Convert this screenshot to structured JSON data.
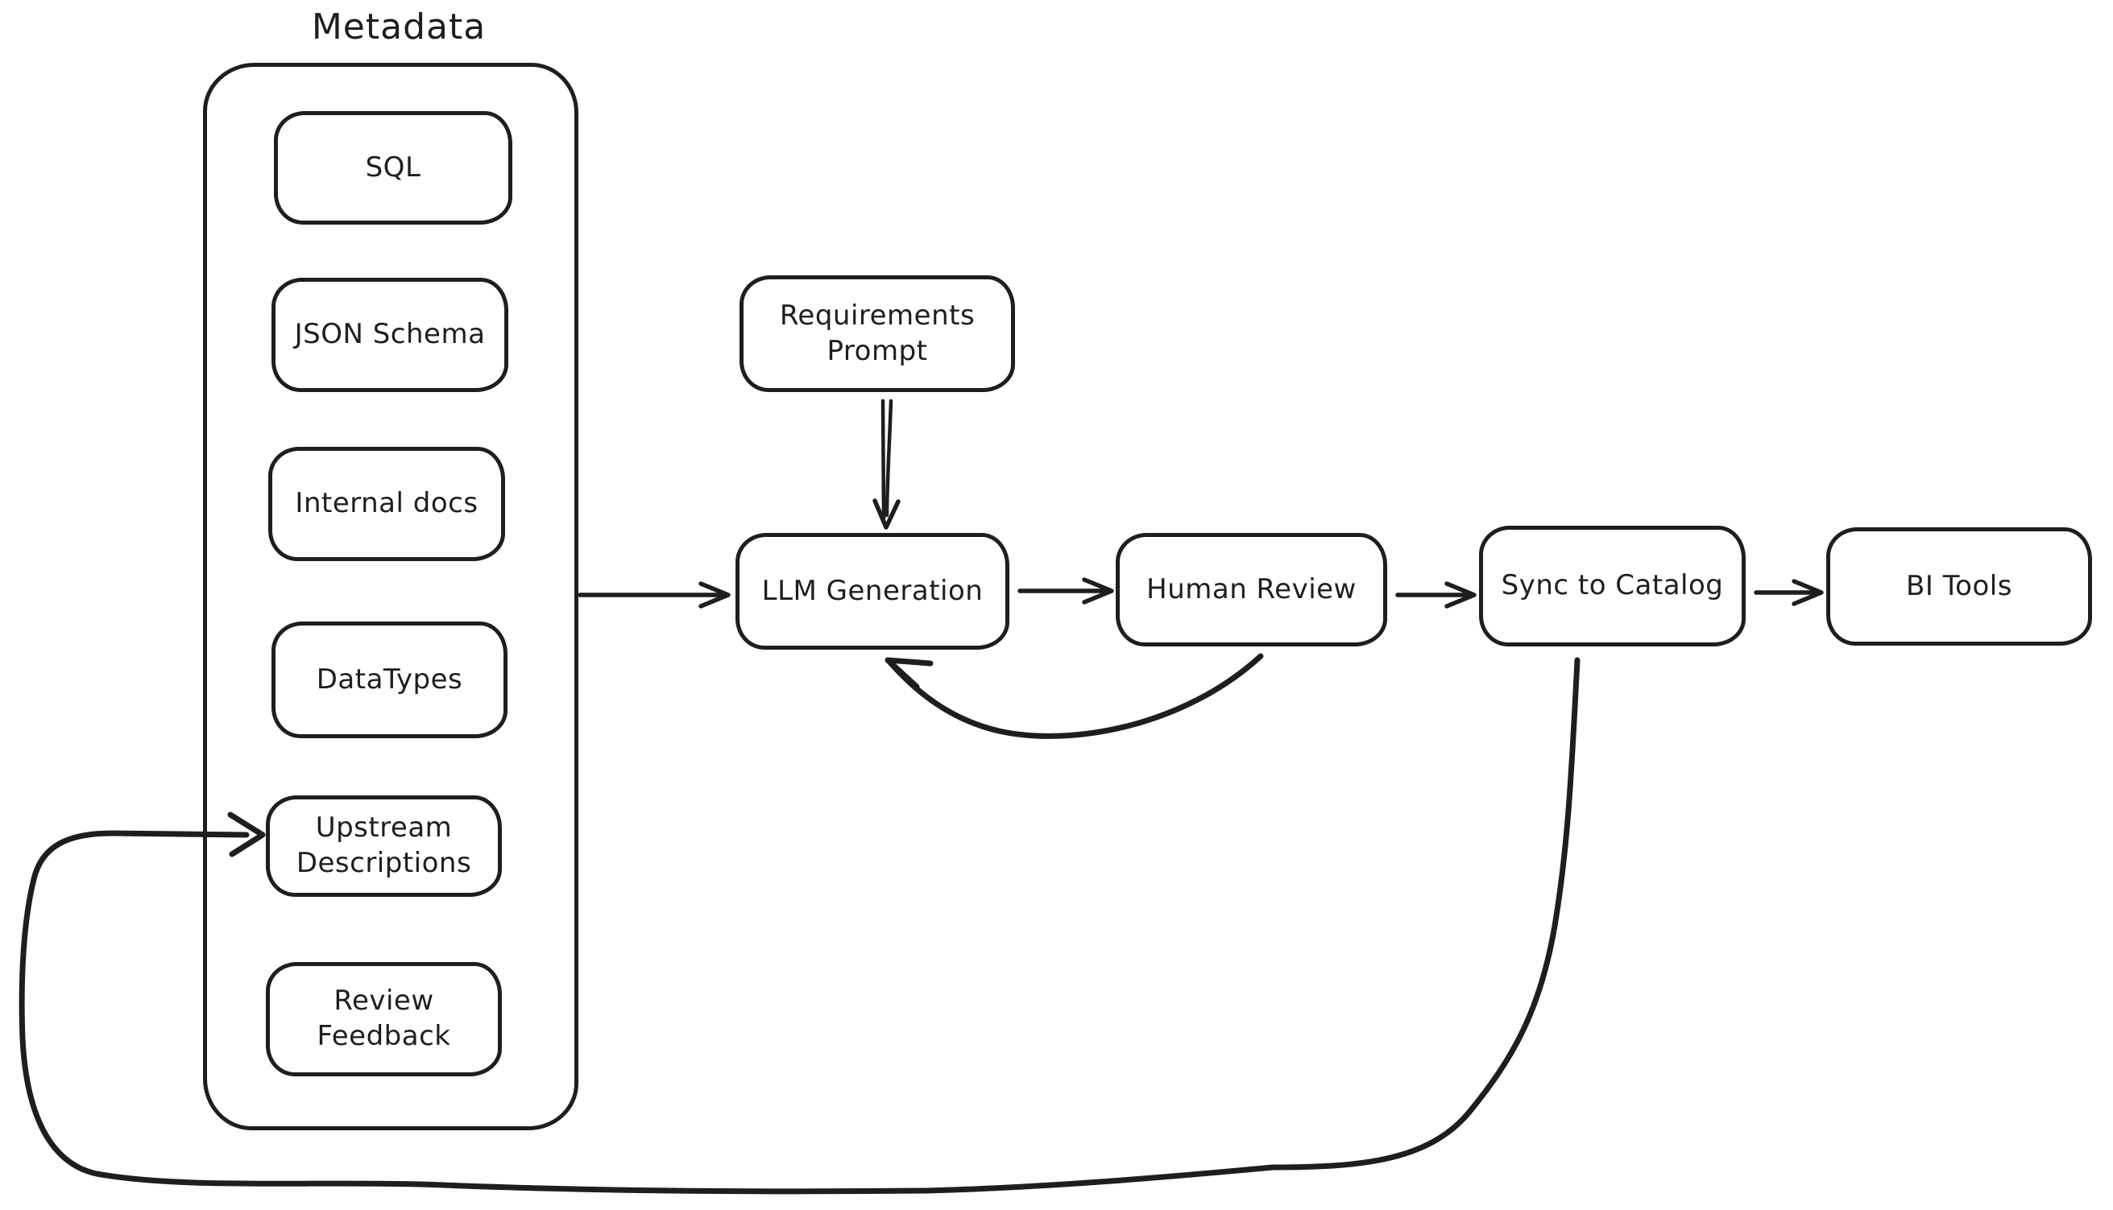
{
  "colors": {
    "stroke": "#1e1e1e",
    "background": "#ffffff"
  },
  "metadata_group": {
    "label": "Metadata",
    "items": [
      {
        "id": "sql",
        "label": "SQL"
      },
      {
        "id": "json-schema",
        "label": "JSON Schema"
      },
      {
        "id": "internal-docs",
        "label": "Internal docs"
      },
      {
        "id": "datatypes",
        "label": "DataTypes"
      },
      {
        "id": "upstream-descriptions",
        "line1": "Upstream",
        "line2": "Descriptions"
      },
      {
        "id": "review-feedback",
        "line1": "Review",
        "line2": "Feedback"
      }
    ]
  },
  "flow_nodes": [
    {
      "id": "requirements-prompt",
      "line1": "Requirements",
      "line2": "Prompt"
    },
    {
      "id": "llm-generation",
      "label": "LLM Generation"
    },
    {
      "id": "human-review",
      "label": "Human Review"
    },
    {
      "id": "sync-to-catalog",
      "label": "Sync to Catalog"
    },
    {
      "id": "bi-tools",
      "label": "BI Tools"
    }
  ],
  "edges": [
    {
      "from": "Metadata",
      "to": "LLM Generation"
    },
    {
      "from": "Requirements Prompt",
      "to": "LLM Generation"
    },
    {
      "from": "LLM Generation",
      "to": "Human Review"
    },
    {
      "from": "Human Review",
      "to": "Sync to Catalog"
    },
    {
      "from": "Sync to Catalog",
      "to": "BI Tools"
    },
    {
      "from": "Human Review",
      "to": "LLM Generation"
    },
    {
      "from": "Sync to Catalog",
      "to": "Upstream Descriptions"
    }
  ]
}
